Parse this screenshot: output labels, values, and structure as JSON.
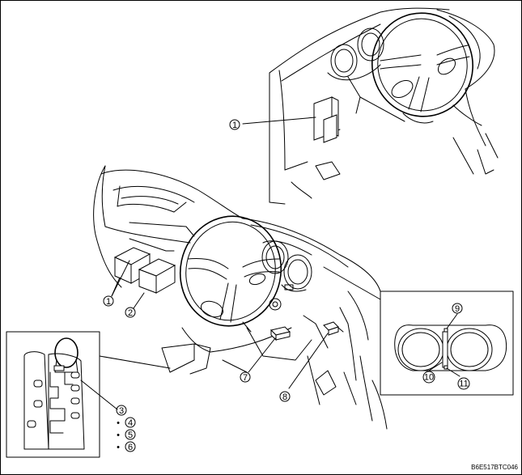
{
  "callouts": [
    {
      "id": "c1a",
      "label": "1"
    },
    {
      "id": "c1b",
      "label": "1"
    },
    {
      "id": "c2",
      "label": "2"
    },
    {
      "id": "c3",
      "label": "3"
    },
    {
      "id": "c4",
      "label": "4"
    },
    {
      "id": "c5",
      "label": "5"
    },
    {
      "id": "c6",
      "label": "6"
    },
    {
      "id": "c7",
      "label": "7"
    },
    {
      "id": "c8",
      "label": "8"
    },
    {
      "id": "c9",
      "label": "9"
    },
    {
      "id": "c10",
      "label": "10"
    },
    {
      "id": "c11",
      "label": "11"
    }
  ],
  "bullet_mark": "•",
  "figure_code": "B6E517BTC046"
}
